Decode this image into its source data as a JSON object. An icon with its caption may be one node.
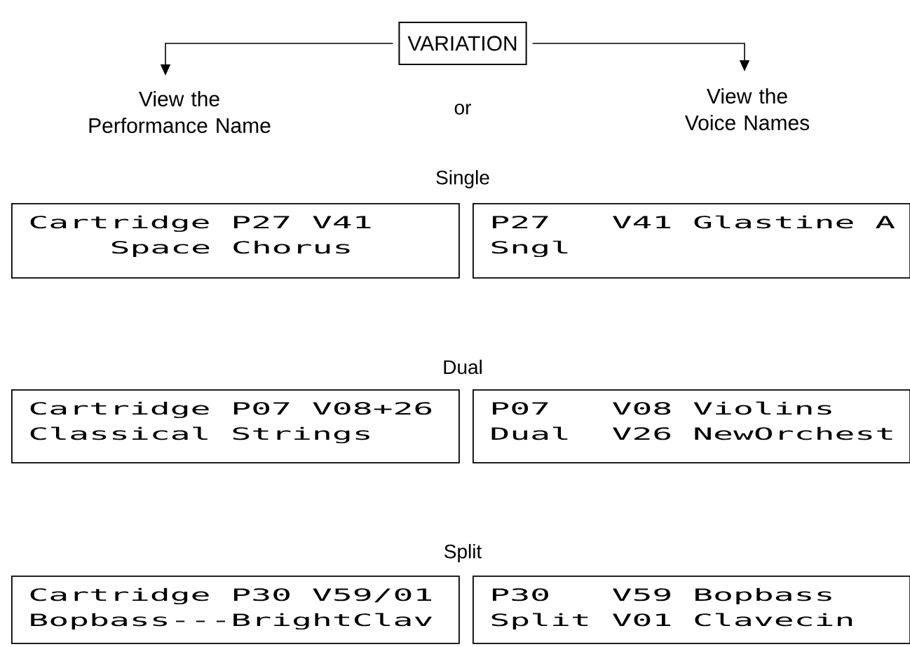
{
  "diagram": {
    "nodes": [
      {
        "text": [
          "VARIATION"
        ]
      },
      {
        "text": [
          "View the Performance Name"
        ]
      },
      {
        "text": [
          "View the Voice Names"
        ]
      },
      {
        "text": [
          "Cartridge P27 V41",
          "Space Chorus"
        ]
      },
      {
        "text": [
          "P27",
          "V41 Glastine A",
          "Sngl"
        ]
      },
      {
        "text": [
          "Cartridge P07 V08+26",
          "Classical Strings"
        ]
      },
      {
        "text": [
          "P07",
          "V08 Violins",
          "Dual",
          "V26 NewOrchest"
        ]
      },
      {
        "text": [
          "Cartridge P30 V59/01",
          "Bopbass---BrightClav"
        ]
      },
      {
        "text": [
          "P30",
          "V59 Bopbass",
          "Split",
          "V01 Clavecin"
        ]
      }
    ],
    "edges": [
      {
        "from": 0,
        "to": 1,
        "arrow": "to"
      },
      {
        "from": 0,
        "to": 2,
        "arrow": "to"
      }
    ],
    "labels": [
      "or",
      "Single",
      "Dual",
      "Split"
    ]
  }
}
